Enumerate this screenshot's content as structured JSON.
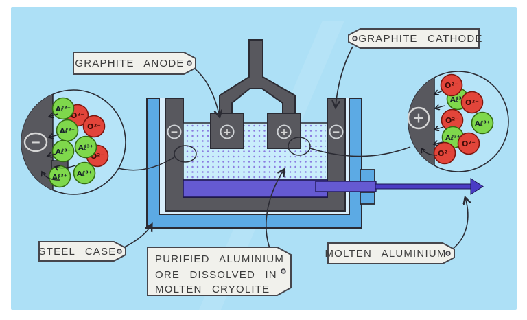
{
  "canvas": {
    "background": "#ade0f6",
    "page_background": "#ffffff"
  },
  "colors": {
    "steel_case_blue": "#5caae4",
    "case_lining_light": "#d9eefb",
    "graphite_gray": "#58585e",
    "electrolyte_cyan": "#c9edfb",
    "electrolyte_dot_purple": "#8a7ce0",
    "molten_aluminium_purple": "#655ad2",
    "outflow_arrow_purple": "#4a3cc4",
    "aluminium_ion_green": "#7fd84c",
    "oxide_ion_red": "#e2453a",
    "tag_fill": "#f1f1ec",
    "outline_dark": "#2b2b33"
  },
  "tags": {
    "graphite_anode": "GRAPHITE ANODE",
    "graphite_cathode": "GRAPHITE CATHODE",
    "steel_case": "STEEL CASE",
    "molten_aluminium": "MOLTEN ALUMINIUM",
    "purified_ore": {
      "line1": "PURIFIED ALUMINIUM",
      "line2": "ORE DISSOLVED IN",
      "line3": "MOLTEN CRYOLITE"
    }
  },
  "ions": {
    "aluminium_label": "Aℓ³⁺",
    "oxide_label": "O²⁻"
  },
  "electrode_symbols": {
    "anode": "+",
    "cathode": "−"
  },
  "inset_left": {
    "electrode_symbol": "−",
    "aluminium_ion_count": 6,
    "oxide_ion_count": 3
  },
  "inset_right": {
    "electrode_symbol": "+",
    "aluminium_ion_count": 3,
    "oxide_ion_count": 5
  }
}
